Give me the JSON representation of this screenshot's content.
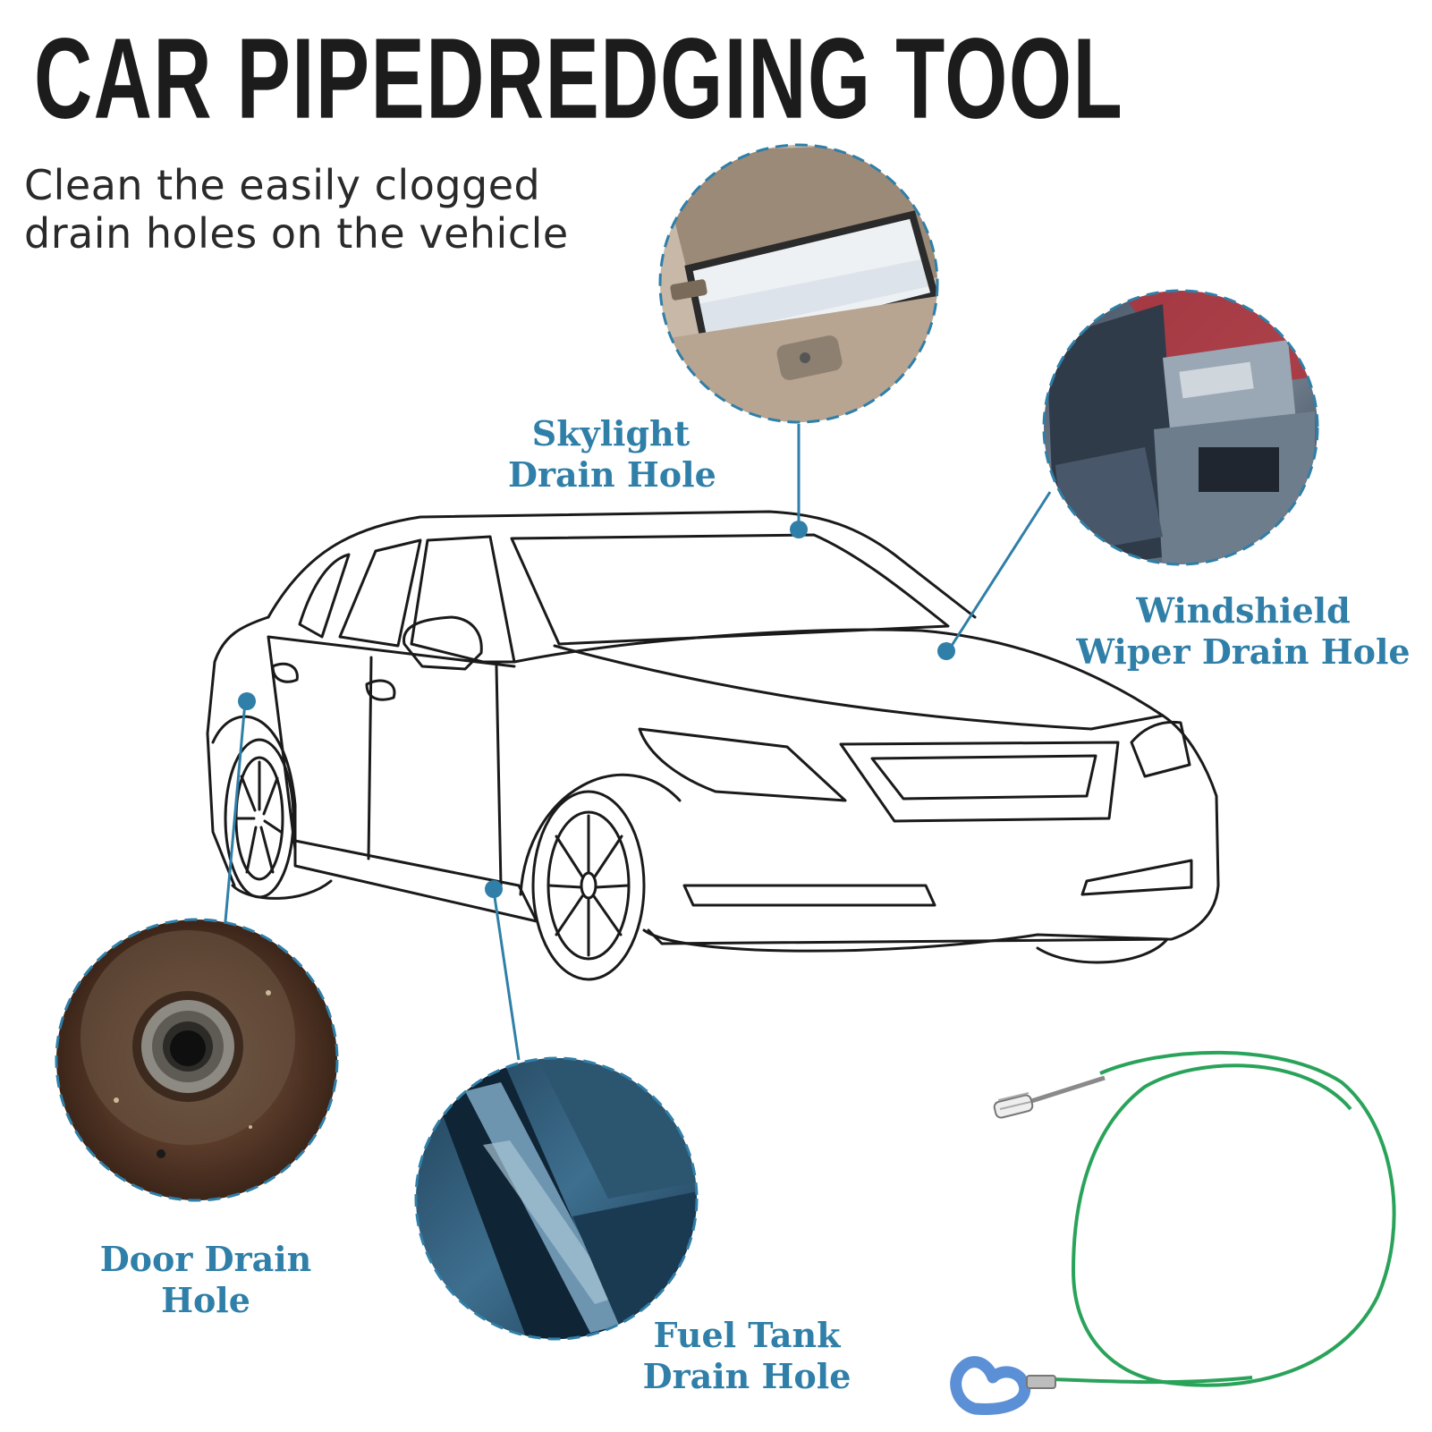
{
  "header": {
    "title": "CAR PIPEDREDGING TOOL",
    "subtitle_line1": "Clean the easily clogged",
    "subtitle_line2": "drain holes on the vehicle"
  },
  "callouts": [
    {
      "line1": "Skylight",
      "line2": "Drain Hole"
    },
    {
      "line1": "Windshield",
      "line2": "Wiper Drain Hole"
    },
    {
      "line1": "Door Drain",
      "line2": "Hole"
    },
    {
      "line1": "Fuel Tank",
      "line2": "Drain Hole"
    }
  ],
  "colors": {
    "accent": "#2f7fa8",
    "tool_wire": "#2aa35a",
    "tool_handle": "#5b8fd6"
  }
}
